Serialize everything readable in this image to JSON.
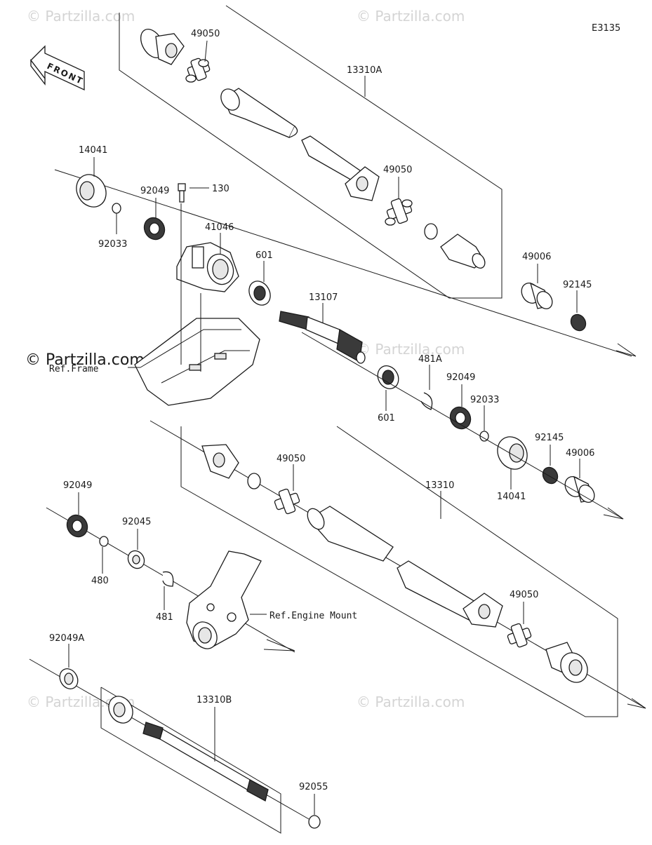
{
  "diagram_code": "E3135",
  "front_arrow_label": "FRONT",
  "watermark": "© Partzilla.com",
  "watermark_main": "© Partzilla.com",
  "refs": {
    "frame": "Ref.Frame",
    "engine_mount": "Ref.Engine Mount"
  },
  "labels": {
    "p49050_a": "49050",
    "p13310A": "13310A",
    "p14041_a": "14041",
    "p92049_a": "92049",
    "p130": "130",
    "p49050_b": "49050",
    "p92033_a": "92033",
    "p41046": "41046",
    "p601_a": "601",
    "p49006_a": "49006",
    "p92145_a": "92145",
    "p13107": "13107",
    "p481A": "481A",
    "p92049_b": "92049",
    "p92033_b": "92033",
    "p601_b": "601",
    "p92145_b": "92145",
    "p49006_b": "49006",
    "p14041_b": "14041",
    "p49050_c": "49050",
    "p13310": "13310",
    "p92049_c": "92049",
    "p92045": "92045",
    "p480": "480",
    "p481": "481",
    "p49050_d": "49050",
    "p92049A": "92049A",
    "p13310B": "13310B",
    "p92055": "92055"
  }
}
